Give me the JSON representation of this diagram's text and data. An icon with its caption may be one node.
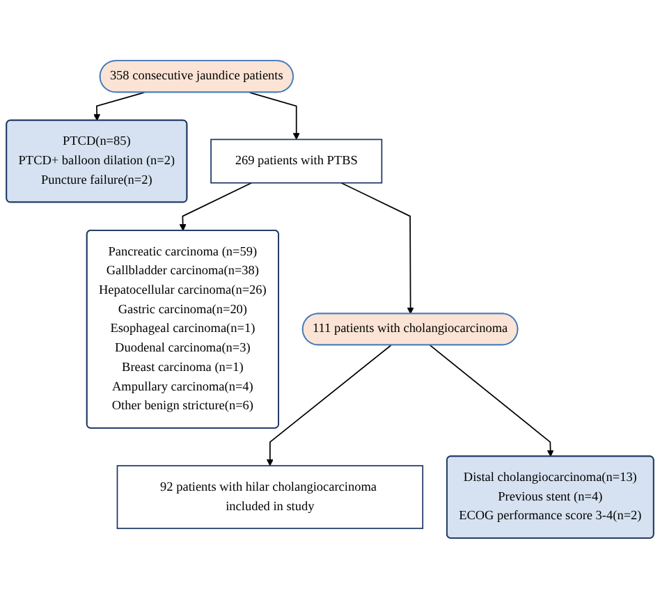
{
  "diagram": {
    "nodes": [
      {
        "text": [
          "358 consecutive jaundice patients"
        ]
      },
      {
        "text": [
          "PTCD(n=85)",
          "PTCD+ balloon dilation (n=2)",
          "Puncture failure(n=2)"
        ]
      },
      {
        "text": [
          "269 patients with PTBS"
        ]
      },
      {
        "text": [
          "Pancreatic carcinoma (n=59)",
          "Gallbladder carcinoma(n=38)",
          "Hepatocellular carcinoma(n=26)",
          "Gastric carcinoma(n=20)",
          "Esophageal carcinoma(n=1)",
          "Duodenal carcinoma(n=3)",
          "Breast carcinoma (n=1)",
          "Ampullary carcinoma(n=4)",
          "Other benign stricture(n=6)"
        ]
      },
      {
        "text": [
          "111 patients with cholangiocarcinoma"
        ]
      },
      {
        "text": [
          "Distal cholangiocarcinoma(n=13)",
          "Previous stent (n=4)",
          "ECOG performance score 3-4(n=2)"
        ]
      },
      {
        "text": [
          "92 patients with hilar cholangiocarcinoma included in study"
        ]
      }
    ],
    "edges": [
      {
        "from": 0,
        "to": 2,
        "arrow": "to"
      },
      {
        "from": 0,
        "to": 1,
        "arrow": "to"
      },
      {
        "from": 2,
        "to": 4,
        "arrow": "to"
      },
      {
        "from": 2,
        "to": 3,
        "arrow": "to"
      },
      {
        "from": 4,
        "to": 6,
        "arrow": "to"
      },
      {
        "from": 4,
        "to": 5,
        "arrow": "to"
      }
    ]
  }
}
